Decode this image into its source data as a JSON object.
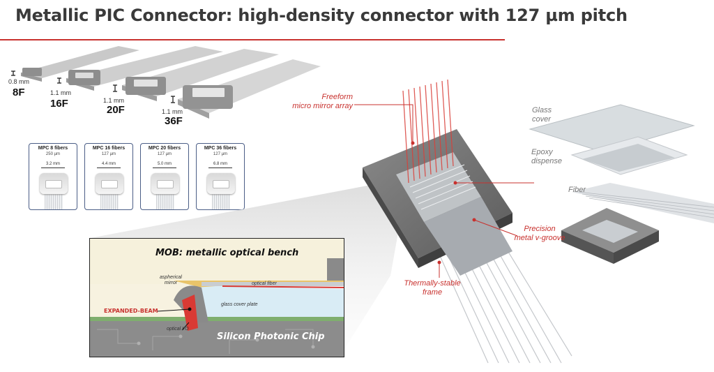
{
  "title": "Metallic PIC Connector: high-density connector with 127 µm pitch",
  "colors": {
    "accent": "#c8312e",
    "card_border": "#4a5d86"
  },
  "variants": [
    {
      "thickness": "0.8 mm",
      "fibers": "8F"
    },
    {
      "thickness": "1.1 mm",
      "fibers": "16F"
    },
    {
      "thickness": "1.1 mm",
      "fibers": "20F"
    },
    {
      "thickness": "1.1 mm",
      "fibers": "36F"
    }
  ],
  "cards": [
    {
      "title": "MPC 8 fibers",
      "pitch": "250 µm",
      "width": "3.2 mm"
    },
    {
      "title": "MPC 16 fibers",
      "pitch": "127 µm",
      "width": "4.4 mm"
    },
    {
      "title": "MPC 20 fibers",
      "pitch": "127 µm",
      "width": "5.0 mm"
    },
    {
      "title": "MPC 36 fibers",
      "pitch": "127 µm",
      "width": "6.8 mm"
    }
  ],
  "callouts": {
    "freeform_line1": "Freeform",
    "freeform_line2": "micro mirror array",
    "precision_line1": "Precision",
    "precision_line2": "metal v-groove",
    "thermal_line1": "Thermally-stable",
    "thermal_line2": "frame"
  },
  "exploded": {
    "glass_line1": "Glass",
    "glass_line2": "cover",
    "epoxy_line1": "Epoxy",
    "epoxy_line2": "dispense",
    "fiber": "Fiber"
  },
  "inset": {
    "title": "MOB: metallic optical bench",
    "aspherical_line1": "aspherical",
    "aspherical_line2": "mirror",
    "optical_fiber": "optical fiber",
    "glass_cover_plate": "glass cover plate",
    "expanded_beam": "EXPANDED-BEAM",
    "optical_io": "optical I/O",
    "chip": "Silicon Photonic Chip"
  }
}
